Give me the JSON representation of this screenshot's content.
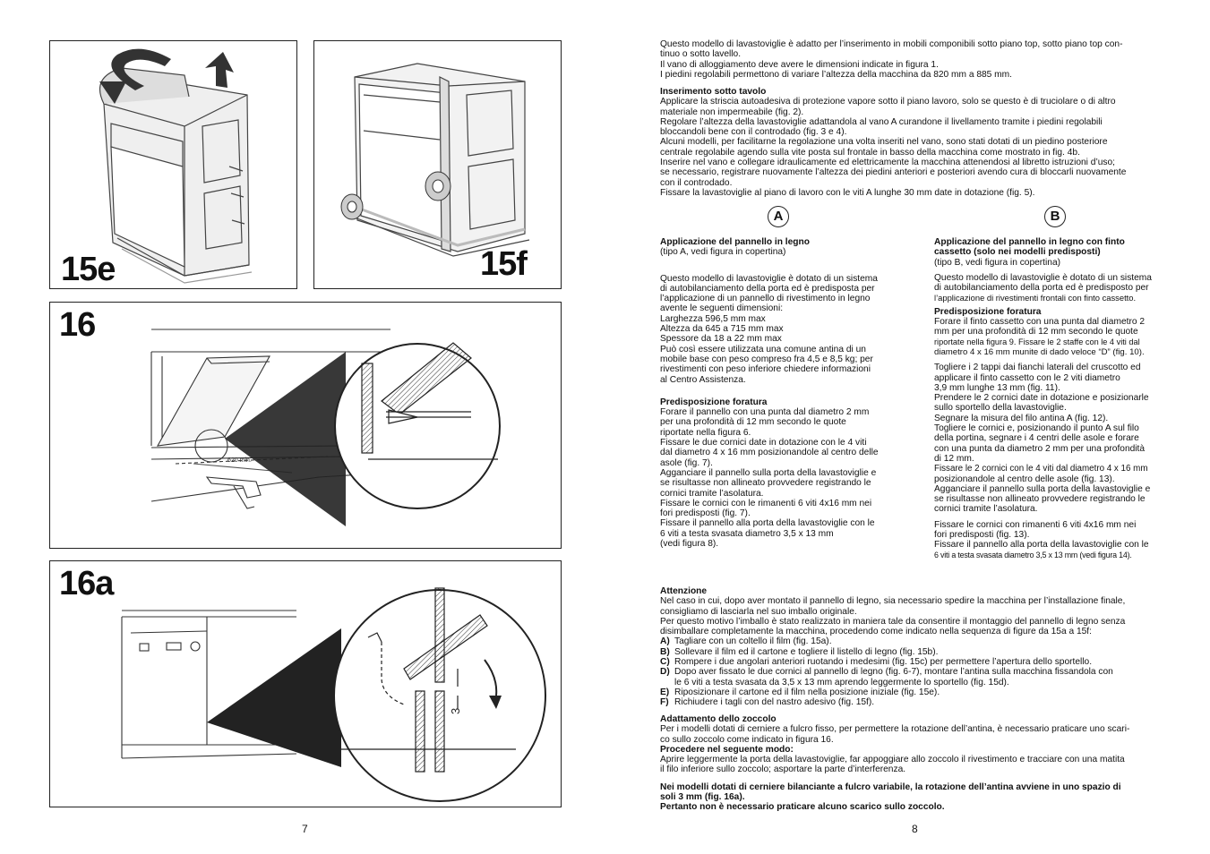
{
  "left_page": {
    "figures": {
      "fig15e": {
        "label": "15e"
      },
      "fig15f": {
        "label": "15f"
      },
      "fig16": {
        "label": "16",
        "dimension_label": "620 min."
      },
      "fig16a": {
        "label": "16a",
        "dimension_label": "3"
      }
    },
    "page_number": "7"
  },
  "right_page": {
    "intro": [
      "Questo modello di lavastoviglie è adatto per l’inserimento in mobili componibili sotto piano top, sotto piano top con-",
      "tinuo o sotto lavello.",
      "Il vano di alloggiamento deve avere le dimensioni indicate in figura 1.",
      "I piedini regolabili permettono di variare l’altezza della macchina da 820 mm a 885 mm."
    ],
    "inserimento_title": "Inserimento sotto tavolo",
    "inserimento_lines": [
      "Applicare la striscia autoadesiva di protezione vapore sotto il piano lavoro, solo se questo è di truciolare o di altro",
      "materiale non impermeabile (fig. 2).",
      "Regolare l’altezza della lavastoviglie adattandola al vano A curandone il livellamento tramite i piedini regolabili",
      "bloccandoli bene con il controdado (fig. 3 e 4).",
      "Alcuni modelli, per facilitarne la regolazione una volta inseriti nel vano, sono stati dotati di un piedino posteriore",
      "centrale regolabile agendo sulla vite posta sul frontale in basso della macchina come mostrato in fig. 4b.",
      "Inserire nel vano e collegare idraulicamente ed elettricamente la macchina attenendosi al libretto istruzioni d’uso;",
      "se necessario, registrare nuovamente l’altezza dei piedini anteriori e posteriori avendo cura di bloccarli nuovamente",
      "con il controdado.",
      "Fissare la lavastoviglie al piano di lavoro con le viti A lunghe 30 mm date in dotazione (fig. 5)."
    ],
    "circle_a": "A",
    "circle_b": "B",
    "col_a": {
      "title": "Applicazione del pannello in legno",
      "subtitle": "(tipo A, vedi figura in copertina)",
      "para1": [
        "Questo modello di lavastoviglie è dotato di un sistema",
        "di autobilanciamento della porta ed è predisposta per",
        "l’applicazione di un pannello di rivestimento in legno",
        "avente le seguenti dimensioni:",
        "Larghezza 596,5 mm max",
        "Altezza da 645 a 715 mm max",
        "Spessore da 18 a 22 mm max",
        "Può così essere utilizzata una comune antina di un",
        "mobile base con peso compreso fra 4,5 e 8,5 kg; per",
        "rivestimenti con peso inferiore chiedere informazioni",
        "al Centro Assistenza."
      ],
      "foratura_title": "Predisposizione foratura",
      "para2": [
        "Forare il pannello con una punta dal diametro 2 mm",
        "per una profondità di 12 mm secondo le quote",
        "riportate nella figura 6.",
        "Fissare le due cornici date in dotazione con le 4 viti",
        "dal diametro 4 x 16 mm posizionandole al centro delle",
        "asole (fig. 7).",
        "Agganciare il pannello sulla porta della lavastoviglie e",
        "se risultasse non allineato provvedere registrando le",
        "cornici tramite l’asolatura.",
        "Fissare le cornici con le rimanenti 6 viti 4x16 mm nei",
        "fori predisposti (fig. 7).",
        "Fissare il pannello alla porta della lavastoviglie con le",
        "6 viti a testa svasata diametro 3,5 x 13 mm",
        "(vedi figura 8)."
      ]
    },
    "col_b": {
      "title": "Applicazione del pannello in legno con finto",
      "title2": "cassetto (solo nei modelli predisposti)",
      "subtitle": "(tipo B, vedi figura in copertina)",
      "para1": [
        "Questo modello di lavastoviglie è dotato di un sistema",
        "di autobilanciamento della porta ed è predisposto per",
        "l’applicazione di rivestimenti frontali con finto cassetto."
      ],
      "foratura_title": "Predisposizione foratura",
      "para2": [
        "Forare il finto cassetto con una punta dal diametro 2",
        "mm  per una profondità di 12 mm secondo le quote",
        "riportate nella figura 9. Fissare le 2 staffe con le 4 viti dal",
        "diametro 4 x 16 mm munite di dado veloce “D” (fig. 10)."
      ],
      "para3": [
        "Togliere i 2 tappi dai fianchi laterali del cruscotto ed",
        "applicare il finto cassetto con le 2 viti diametro",
        "3,9 mm lunghe 13 mm (fig. 11).",
        "Prendere le 2 cornici date in dotazione e posizionarle",
        "sullo sportello della lavastoviglie.",
        "Segnare la misura del filo antina A (fig. 12).",
        "Togliere le cornici e, posizionando il punto A sul filo",
        "della portina, segnare i 4 centri delle asole e forare",
        "con una punta da diametro 2 mm per una profondità",
        "di 12 mm.",
        "Fissare le 2 cornici con le 4 viti dal diametro 4 x 16 mm",
        "posizionandole al centro delle asole (fig. 13).",
        "Agganciare il pannello sulla porta della lavastoviglie e",
        "se risultasse non allineato provvedere registrando le",
        "cornici tramite l’asolatura."
      ],
      "para4": [
        "Fissare le cornici con rimanenti 6 viti 4x16 mm nei",
        "fori predisposti (fig. 13).",
        "Fissare il pannello alla porta della lavastoviglie con le",
        "6 viti a testa svasata diametro 3,5 x 13 mm (vedi figura 14)."
      ]
    },
    "attenzione_title": "Attenzione",
    "attenzione_lines": [
      "Nel caso in cui, dopo aver montato il pannello di legno, sia necessario spedire la macchina per l’installazione finale,",
      "consigliamo di lasciarla nel suo imballo originale.",
      "Per questo motivo l’imballo è stato realizzato in maniera tale da consentire il montaggio del pannello di legno senza",
      "disimballare completamente la macchina, procedendo come indicato nella sequenza di figure da 15a a 15f:"
    ],
    "steps": [
      {
        "letter": "A)",
        "text": "Tagliare con un coltello il film (fig. 15a)."
      },
      {
        "letter": "B)",
        "text": "Sollevare il film ed il cartone e togliere il listello di legno (fig. 15b)."
      },
      {
        "letter": "C)",
        "text": "Rompere i due angolari anteriori ruotando i medesimi (fig. 15c) per permettere l’apertura dello sportello."
      },
      {
        "letter": "D)",
        "text": "Dopo aver fissato le due cornici al pannello di legno (fig. 6-7), montare l’antina sulla macchina fissandola con"
      },
      {
        "letter": "",
        "text": "le 6 viti a testa svasata da 3,5 x 13 mm aprendo leggermente lo sportello (fig. 15d)."
      },
      {
        "letter": "E)",
        "text": "Riposizionare il cartone ed il film nella posizione iniziale (fig. 15e)."
      },
      {
        "letter": "F)",
        "text": "Richiudere i tagli con del nastro adesivo (fig. 15f)."
      }
    ],
    "zoccolo_title": "Adattamento dello zoccolo",
    "zoccolo_lines": [
      "Per i modelli dotati di cerniere a fulcro fisso, per permettere la rotazione dell’antina, è necessario praticare uno scari-",
      "co sullo zoccolo come indicato in figura 16."
    ],
    "procedere_title": "Procedere nel seguente modo:",
    "procedere_lines": [
      "Aprire leggermente la porta della lavastoviglie, far appoggiare allo zoccolo il rivestimento e tracciare con una matita",
      "il filo inferiore sullo zoccolo; asportare la parte d’interferenza."
    ],
    "final_bold": [
      "Nei modelli dotati di cerniere bilanciante a fulcro variabile, la rotazione dell’antina avviene in uno spazio di",
      "soli 3 mm (fig. 16a).",
      "Pertanto non è necessario praticare alcuno scarico sullo zoccolo."
    ],
    "page_number": "8"
  }
}
